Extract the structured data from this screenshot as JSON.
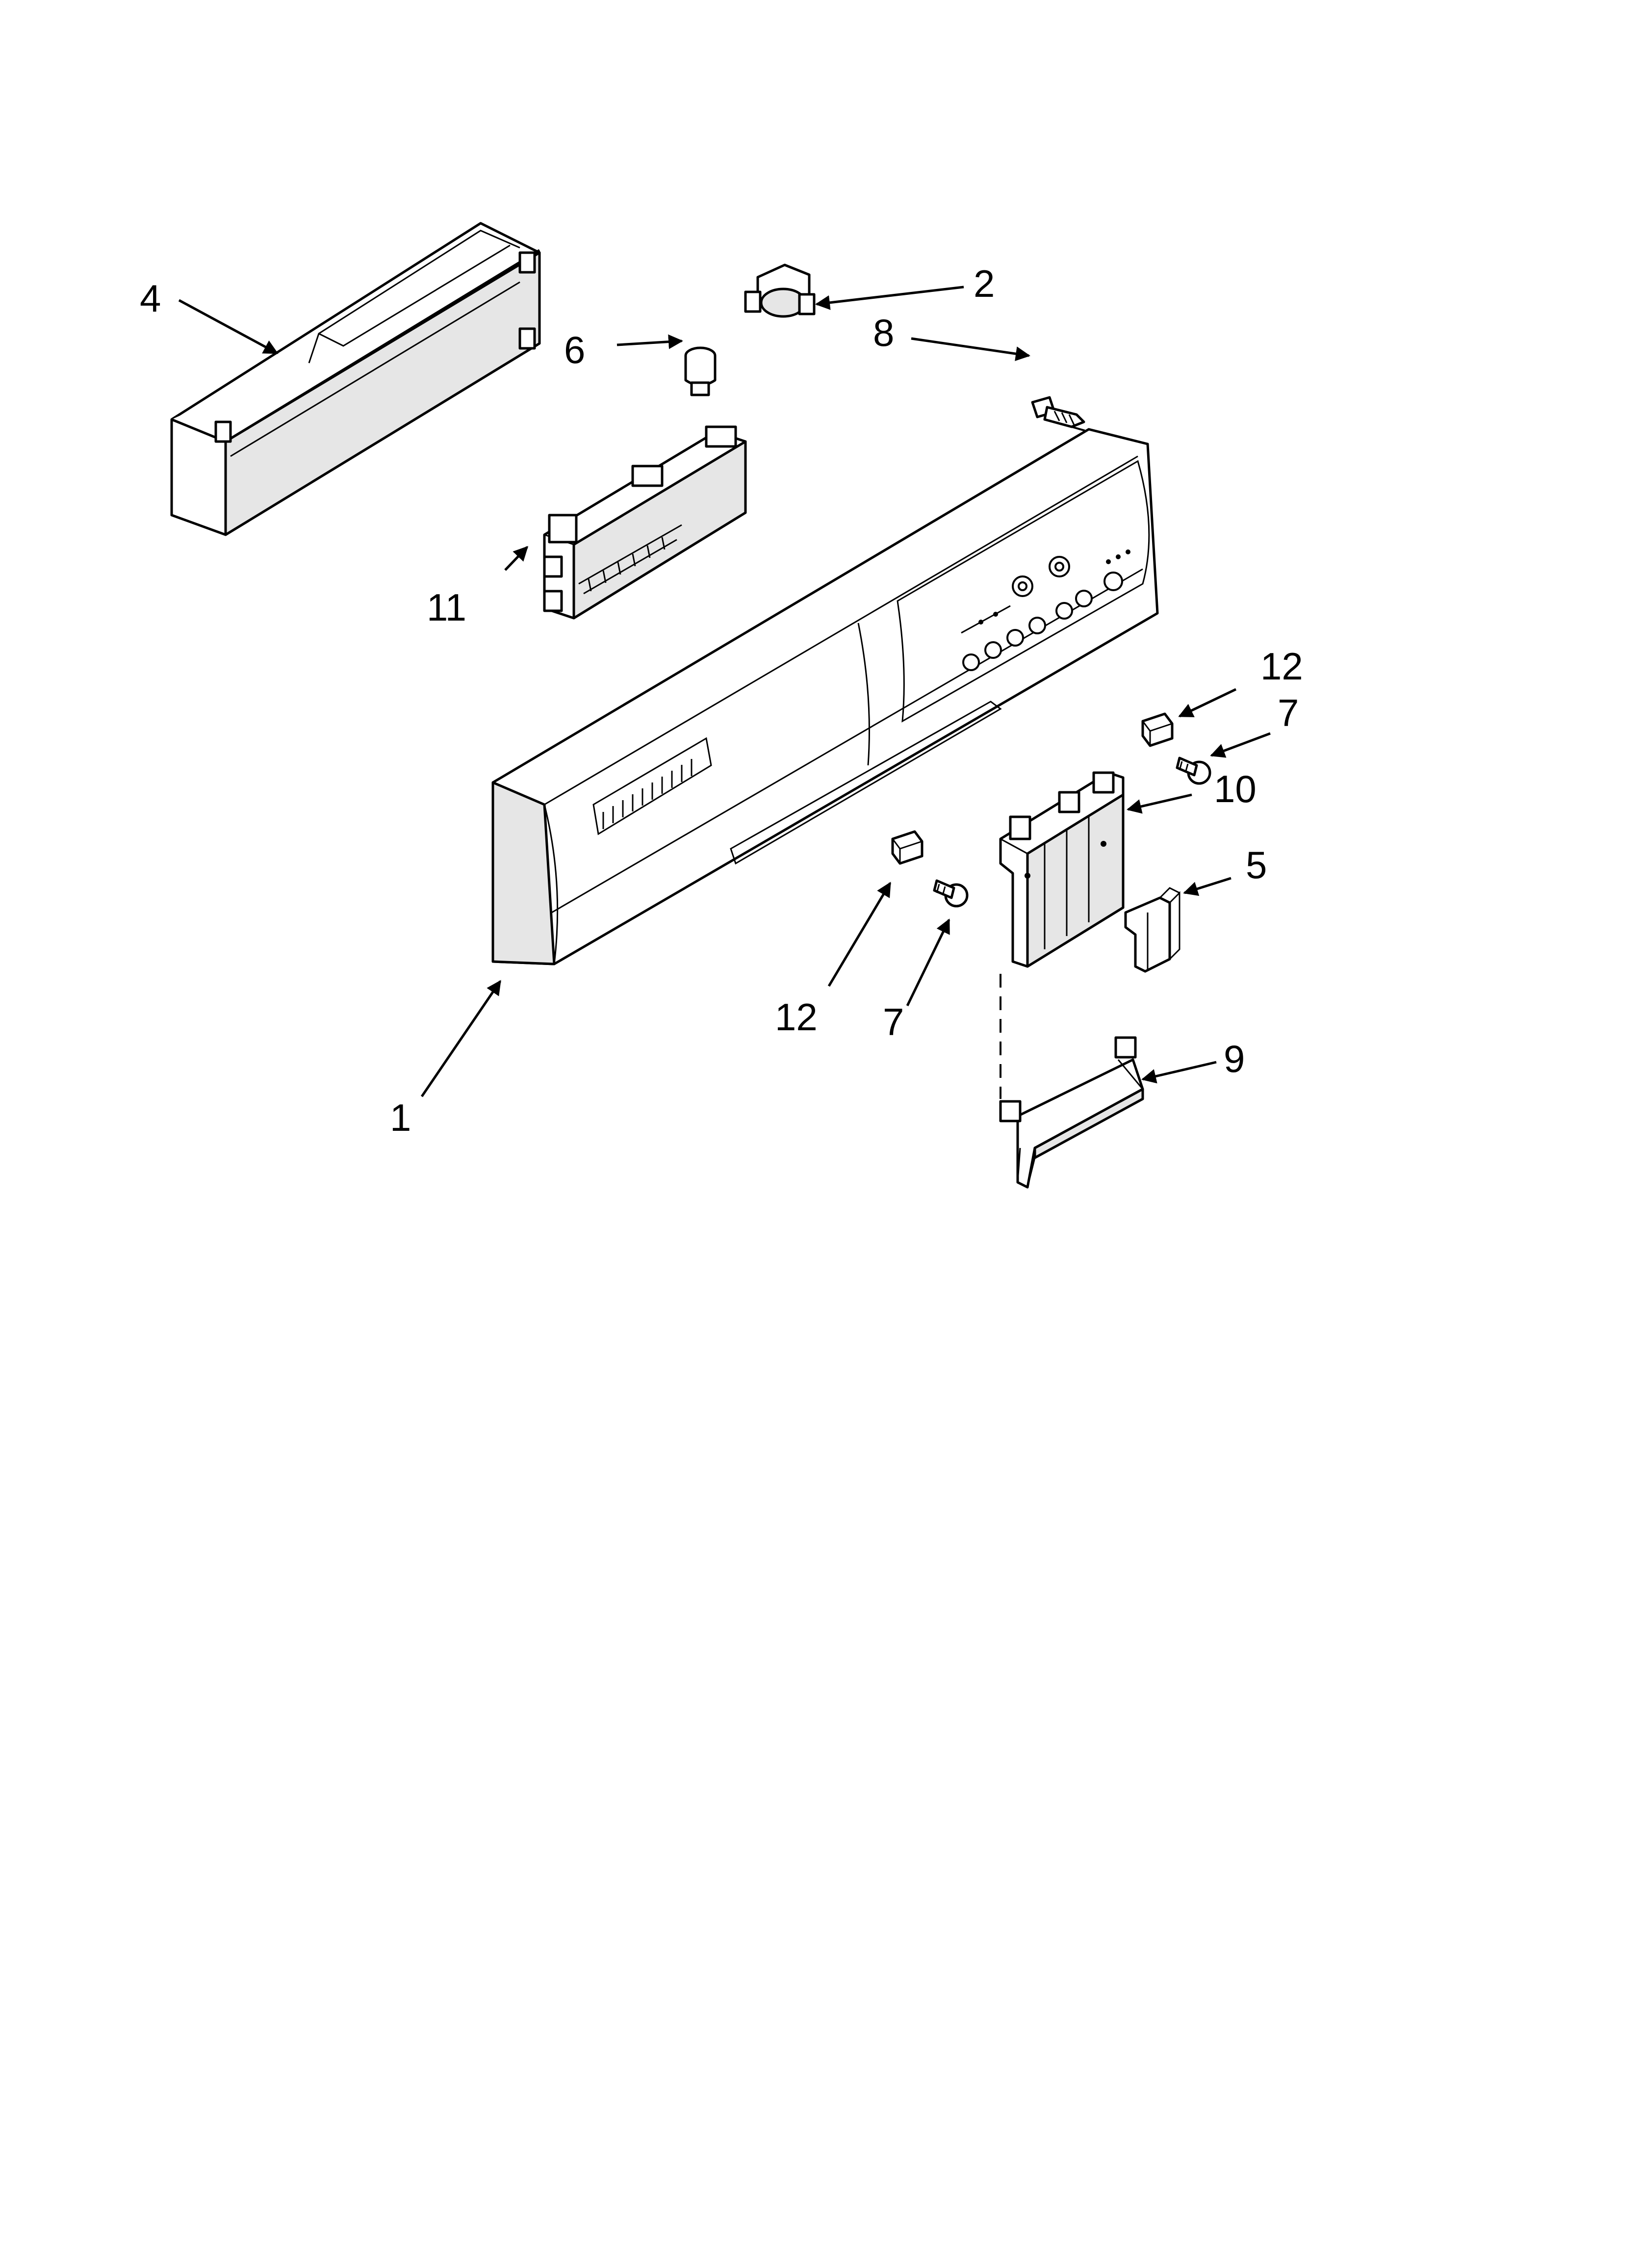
{
  "diagram": {
    "callouts": [
      {
        "id": "c4",
        "label": "4"
      },
      {
        "id": "c2",
        "label": "2"
      },
      {
        "id": "c6",
        "label": "6"
      },
      {
        "id": "c8",
        "label": "8"
      },
      {
        "id": "c11",
        "label": "11"
      },
      {
        "id": "c12a",
        "label": "12"
      },
      {
        "id": "c7a",
        "label": "7"
      },
      {
        "id": "c10",
        "label": "10"
      },
      {
        "id": "c5",
        "label": "5"
      },
      {
        "id": "c12b",
        "label": "12"
      },
      {
        "id": "c7b",
        "label": "7"
      },
      {
        "id": "c9",
        "label": "9"
      },
      {
        "id": "c1",
        "label": "1"
      }
    ]
  }
}
